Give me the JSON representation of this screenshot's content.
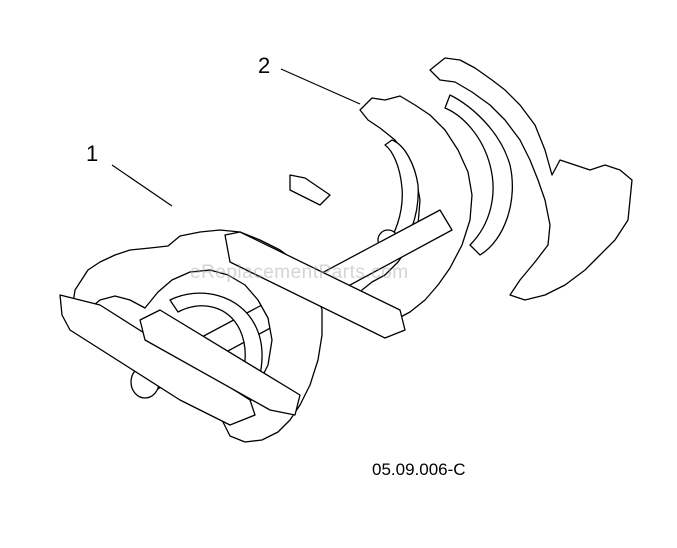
{
  "diagram": {
    "callouts": [
      {
        "label": "1"
      },
      {
        "label": "2"
      }
    ],
    "figure_code": "05.09.006-C",
    "watermark": "eReplacementParts.com"
  }
}
